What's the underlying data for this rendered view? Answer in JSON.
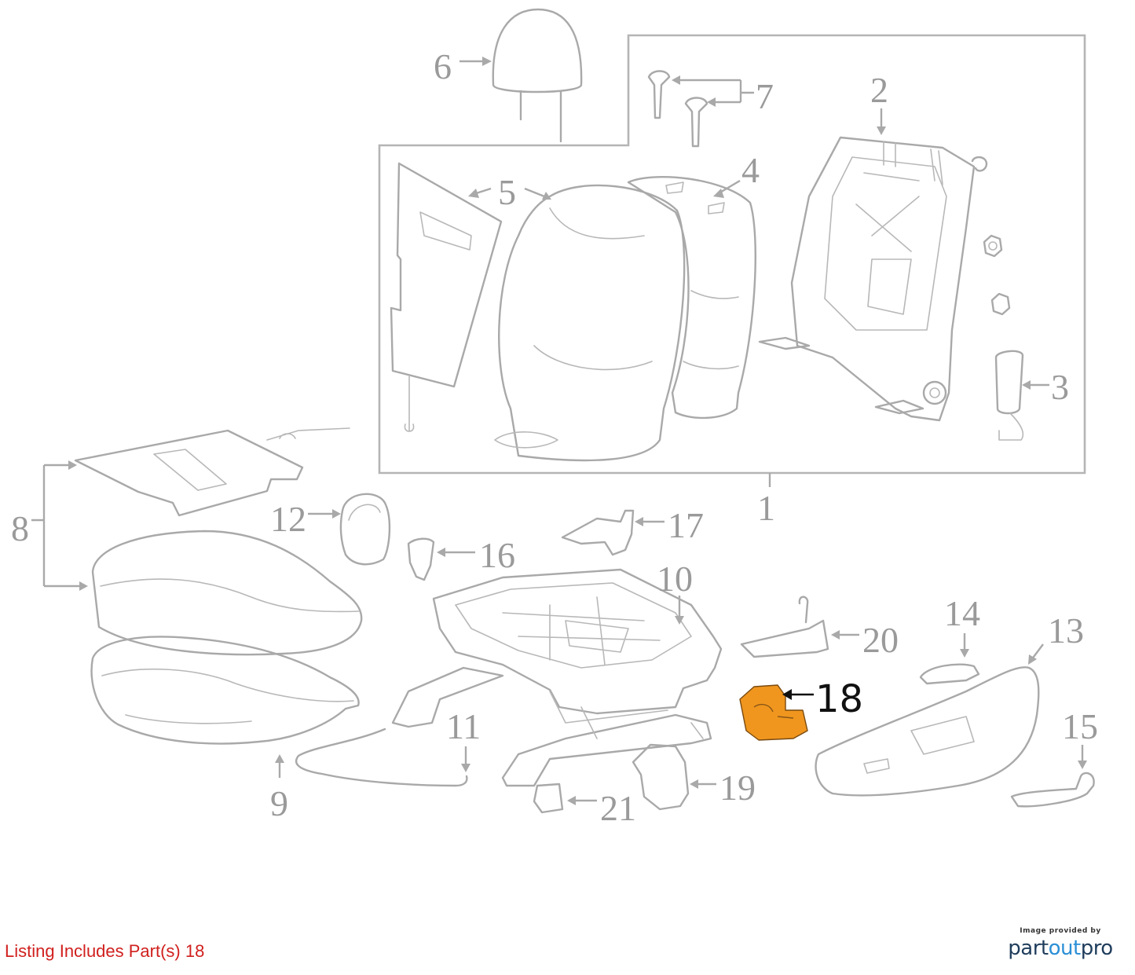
{
  "diagram": {
    "callouts": [
      {
        "id": "1",
        "label": "1"
      },
      {
        "id": "2",
        "label": "2"
      },
      {
        "id": "3",
        "label": "3"
      },
      {
        "id": "4",
        "label": "4"
      },
      {
        "id": "5",
        "label": "5"
      },
      {
        "id": "6",
        "label": "6"
      },
      {
        "id": "7",
        "label": "7"
      },
      {
        "id": "8",
        "label": "8"
      },
      {
        "id": "9",
        "label": "9"
      },
      {
        "id": "10",
        "label": "10"
      },
      {
        "id": "11",
        "label": "11"
      },
      {
        "id": "12",
        "label": "12"
      },
      {
        "id": "13",
        "label": "13"
      },
      {
        "id": "14",
        "label": "14"
      },
      {
        "id": "15",
        "label": "15"
      },
      {
        "id": "16",
        "label": "16"
      },
      {
        "id": "17",
        "label": "17"
      },
      {
        "id": "18",
        "label": "18"
      },
      {
        "id": "19",
        "label": "19"
      },
      {
        "id": "20",
        "label": "20"
      },
      {
        "id": "21",
        "label": "21"
      }
    ],
    "highlight_color": "#f0961e",
    "line_color": "#a9a9a9"
  },
  "footer": {
    "note": "Listing Includes Part(s) 18",
    "note_color": "#d0201e"
  },
  "credit": {
    "top_text": "Image provided by",
    "logo_part1": "part",
    "logo_part2": "out",
    "logo_part3": "pro",
    "logo_color_dark": "#1f3d5c",
    "logo_color_accent": "#2a8fd6"
  }
}
